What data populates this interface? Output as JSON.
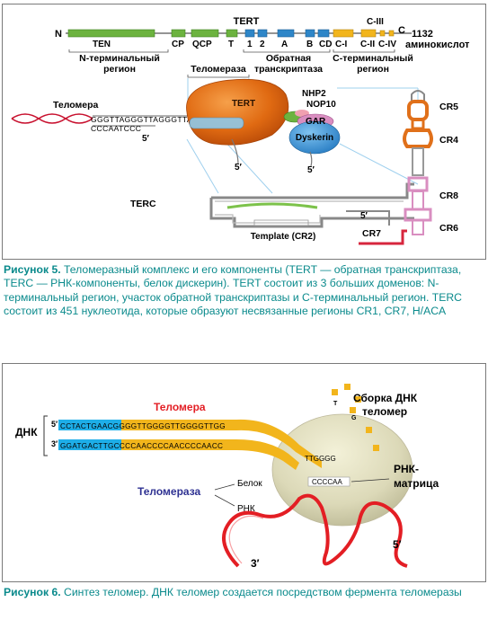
{
  "figure5": {
    "protein_label": "TERT",
    "n_term": "N",
    "c_term": "C",
    "length": "1132",
    "length_unit": "аминокислот",
    "domains": {
      "ten": "TEN",
      "cp": "CP",
      "qcp": "QCP",
      "t": "T",
      "m1": "1",
      "m2": "2",
      "a": "A",
      "b": "B",
      "cd": "CD",
      "ci": "C-I",
      "cii": "C-II",
      "ciii": "C-III",
      "civ": "C-IV"
    },
    "region_n": "N-терминальный регион",
    "region_n_line1": "N-терминальный",
    "region_n_line2": "регион",
    "region_rt_line1": "Обратная",
    "region_rt_line2": "транскриптаза",
    "region_c_line1": "C-терминальный",
    "region_c_line2": "регион",
    "telomerase_label": "Теломераза",
    "telomere_label": "Теломера",
    "dna_top": "GGGTTAGGGTTAGGGTTAGGG",
    "dna_bottom": "CCCAATCCC",
    "tert_blob": "TERT",
    "nhp2": "NHP2",
    "nop10": "NOP10",
    "gar": "GAR",
    "dyskerin": "Dyskerin",
    "five_prime_a": "5′",
    "five_prime_b": "5′",
    "five_prime_c": "5′",
    "five_prime_d": "5′",
    "terc": "TERC",
    "template": "Template (CR2)",
    "cr5": "CR5",
    "cr4": "CR4",
    "cr8": "CR8",
    "cr6": "CR6",
    "cr7": "CR7",
    "caption_bold": "Рисунок 5.",
    "caption_text": "Теломеразный комплекс и его компоненты (TERT — обратная транскриптаза, TERC — РНК-компоненты, белок дискерин). TERT состоит из 3 больших доменов: N-терминальный регион, участок обратной транскриптазы и С-терминальный регион. TERC состоит из 451 нуклеотида, которые образуют несвязанные регионы CR1, CR7, H/ACA"
  },
  "figure6": {
    "dna_label": "ДНК",
    "strand_5": "5′",
    "strand_3": "3′",
    "telomere": "Теломера",
    "top_seq": "CCTACTGAACGGGGTTGGGGTTGGGGTTGG",
    "bottom_seq": "GGATGACTTGCCCCAACCCCAACCCCAACC",
    "telomerase": "Теломераза",
    "protein": "Белок",
    "rna": "РНК",
    "assembly_line1": "Сборка ДНК",
    "assembly_line2": "теломер",
    "template_line1": "РНК-",
    "template_line2": "матрица",
    "template_seq": "CCCCAA",
    "new_seq": "TTGGGG",
    "nuc_t": "T",
    "nuc_g": "G",
    "three_prime": "3′",
    "five_prime": "5′",
    "caption_bold": "Рисунок 6.",
    "caption_text": "Синтез теломер. ДНК теломер создается посредством фермента теломеразы"
  },
  "colors": {
    "green": "#6cb33f",
    "blue": "#2e86c8",
    "yellow": "#f2b51c",
    "orange": "#e0701a",
    "pink": "#d98ec0",
    "caption": "#0a8a8c"
  }
}
